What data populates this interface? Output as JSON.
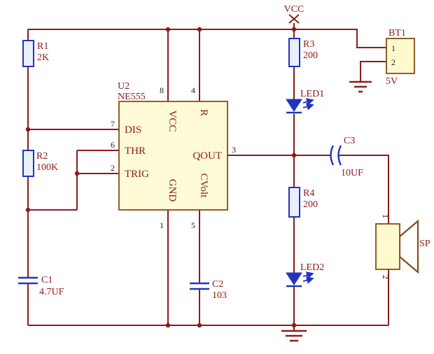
{
  "colors": {
    "wire": "#8B1B1B",
    "comp": "#2233C4",
    "comp-fill": "#EAF0FB",
    "ic-fill": "#FFFBD6",
    "ic-border": "#8A4A16",
    "part-fill": "#FFF9CE",
    "text": "#8B1A1A",
    "pin-num": "#1F1F1F"
  },
  "power": {
    "vcc": "VCC"
  },
  "ic": {
    "ref": "U2",
    "value": "NE555",
    "pins": {
      "dis": {
        "num": "7",
        "name": "DIS"
      },
      "thr": {
        "num": "6",
        "name": "THR"
      },
      "trig": {
        "num": "2",
        "name": "TRIG"
      },
      "vcc": {
        "num": "8",
        "name": "VCC"
      },
      "rst": {
        "num": "4",
        "name": "R"
      },
      "out": {
        "num": "3",
        "name": "QOUT"
      },
      "gnd": {
        "num": "1",
        "name": "GND"
      },
      "cv": {
        "num": "5",
        "name": "CVolt"
      }
    }
  },
  "components": {
    "r1": {
      "ref": "R1",
      "value": "2K"
    },
    "r2": {
      "ref": "R2",
      "value": "100K"
    },
    "r3": {
      "ref": "R3",
      "value": "200"
    },
    "r4": {
      "ref": "R4",
      "value": "200"
    },
    "c1": {
      "ref": "C1",
      "value": "4.7UF"
    },
    "c2": {
      "ref": "C2",
      "value": "103"
    },
    "c3": {
      "ref": "C3",
      "value": "10UF"
    },
    "led1": {
      "ref": "LED1"
    },
    "led2": {
      "ref": "LED2"
    },
    "bt1": {
      "ref": "BT1",
      "value": "5V",
      "pin1": "1",
      "pin2": "2"
    },
    "sp": {
      "ref": "SP",
      "pin1": "1",
      "pin2": "2"
    }
  }
}
